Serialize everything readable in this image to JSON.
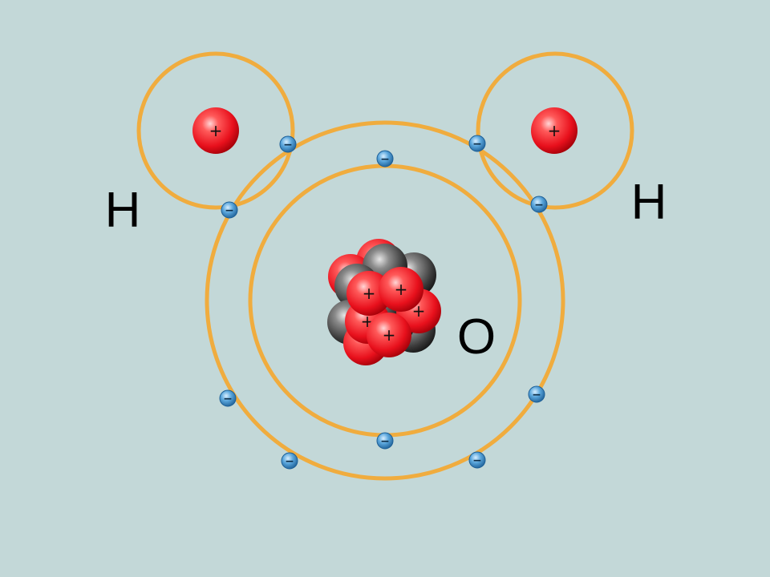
{
  "labels": {
    "hydrogen_left": "H",
    "hydrogen_right": "H",
    "oxygen": "O"
  },
  "symbols": {
    "proton_sign": "+",
    "electron_sign": "−"
  },
  "colors": {
    "background": "#c3d8d8",
    "orbit": "#f0ac3e",
    "proton": "#e8202a",
    "neutron": "#3c3c3c",
    "electron": "#3e8fc9"
  },
  "particles": {
    "hydrogen_protons": 2,
    "oxygen_protons": 8,
    "oxygen_neutrons": 8,
    "electrons": 10
  }
}
